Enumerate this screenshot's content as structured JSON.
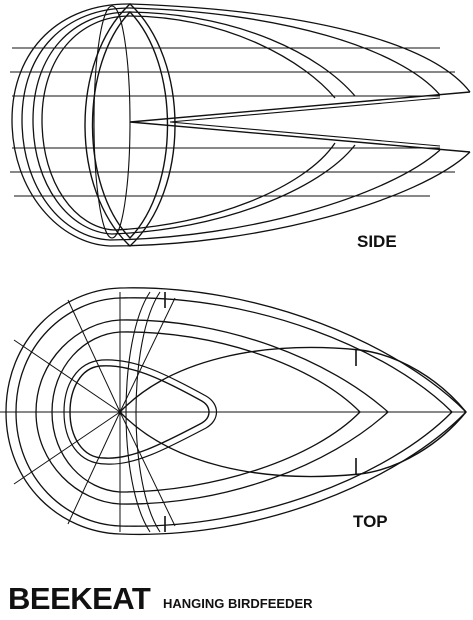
{
  "views": {
    "side_label": "SIDE",
    "top_label": "TOP"
  },
  "title": {
    "name": "BEEKEAT",
    "subtitle": "HANGING BIRDFEEDER"
  },
  "colors": {
    "ink": "#111111",
    "paper": "#ffffff"
  }
}
